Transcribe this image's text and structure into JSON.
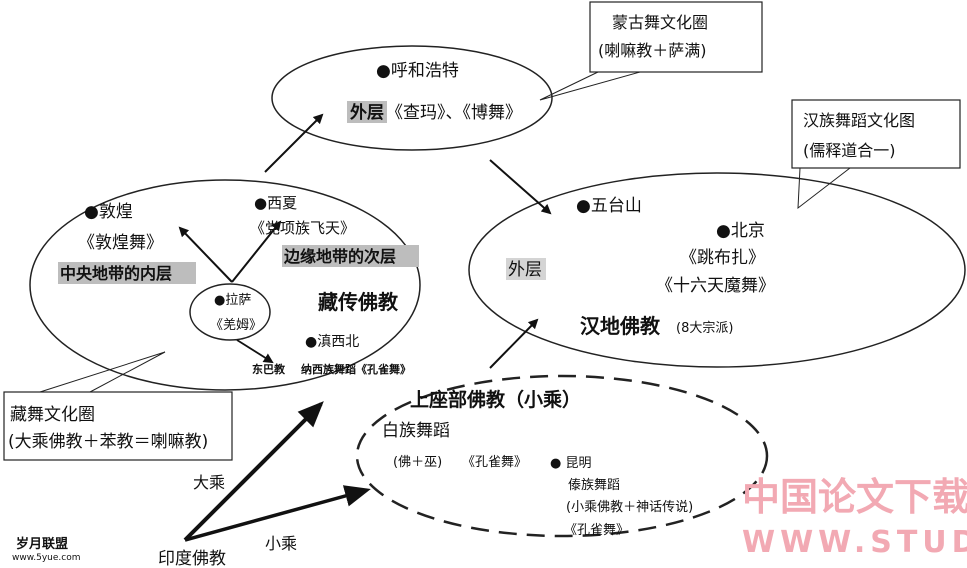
{
  "mongol_circle": {
    "title": "蒙古舞文化圈",
    "subtitle": "(喇嘛教＋萨满)"
  },
  "mongol_region": {
    "place": "●呼和浩特",
    "layer": "外层",
    "dances": "《查玛》、《博舞》"
  },
  "han_circle": {
    "title": "汉族舞蹈文化图",
    "subtitle": "(儒释道合一)"
  },
  "tibet_region": {
    "dunhuang": "●敦煌",
    "dunhuang_dance": "《敦煌舞》",
    "inner_layer": "中央地带的内层",
    "xixia": "●西夏",
    "xixia_dance": "《党项族飞天》",
    "outer_layer": "边缘地带的次层",
    "lhasa": "●拉萨",
    "lhasa_dance": "《羌姆》",
    "title": "藏传佛教",
    "dianxibei": "●滇西北",
    "dongba": "东巴教",
    "naxi": "纳西族舞蹈《孔雀舞》"
  },
  "han_region": {
    "wutaishan": "●五台山",
    "beijing": "●北京",
    "dance1": "《跳布扎》",
    "dance2": "《十六天魔舞》",
    "layer": "外层",
    "title": "汉地佛教",
    "note": "(8大宗派)"
  },
  "tibet_circle": {
    "title": "藏舞文化圈",
    "subtitle": "(大乘佛教＋苯教＝喇嘛教)"
  },
  "theravada_region": {
    "title": "上座部佛教（小乘）",
    "bai": "白族舞蹈",
    "bai_note": "(佛＋巫)",
    "bai_dance": "《孔雀舞》",
    "kunming": "● 昆明",
    "dai": "傣族舞蹈",
    "dai_note": "(小乘佛教＋神话传说)",
    "dai_dance": "《孔雀舞》"
  },
  "origin": {
    "name": "印度佛教",
    "mahayana": "大乘",
    "hinayana": "小乘"
  },
  "watermarks": {
    "left_1": "岁月联盟",
    "left_2": "www.5yue.com",
    "right_1": "中国论文下载",
    "right_2": "WWW.STUDA."
  }
}
